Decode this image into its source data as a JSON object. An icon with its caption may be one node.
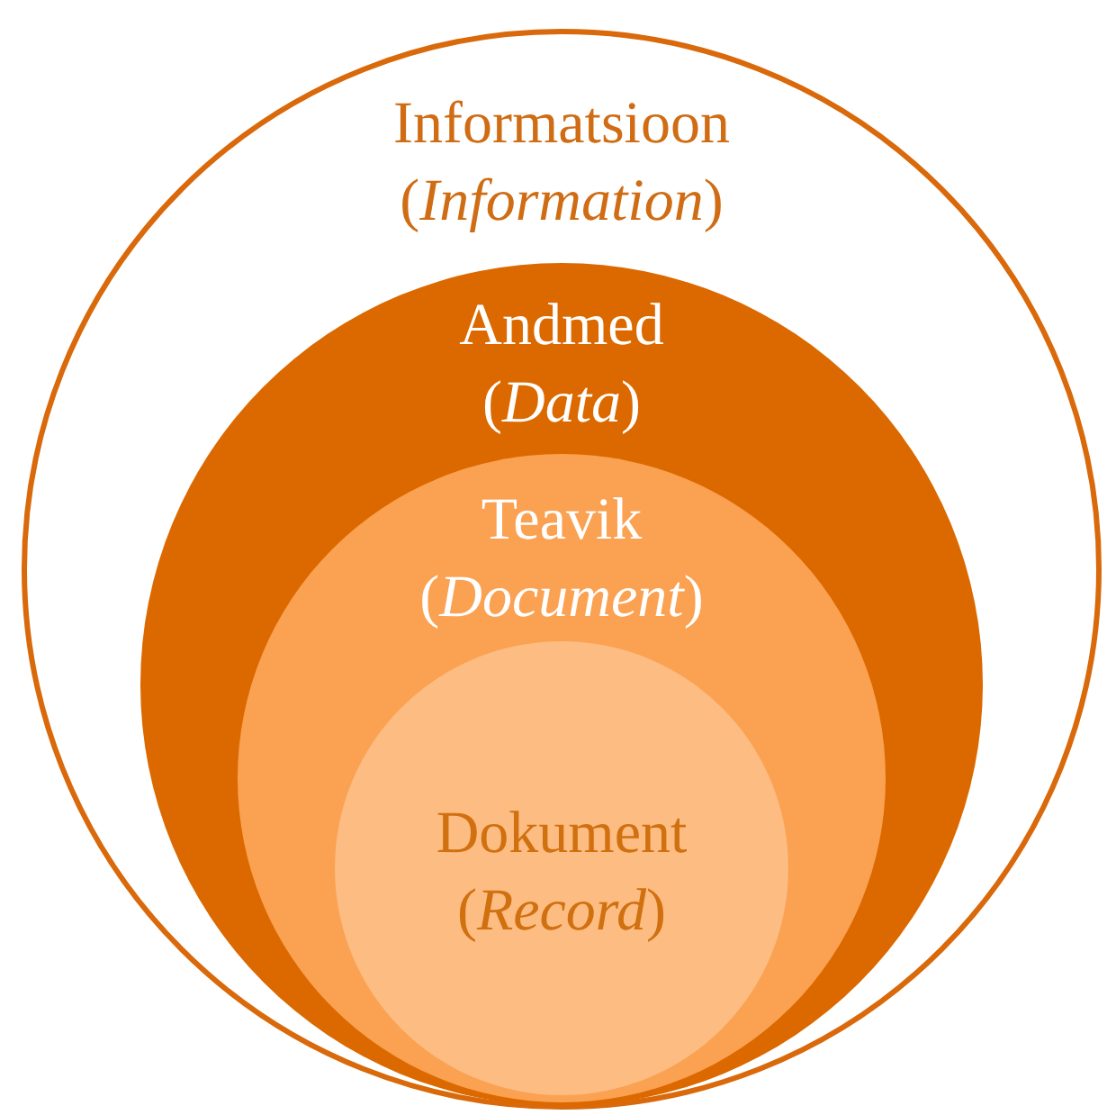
{
  "diagram": {
    "nodes": [
      {
        "text": [
          "Informatsioon (*Information*)"
        ]
      },
      {
        "text": [
          "Andmed (*Data*)"
        ],
        "in": 0
      },
      {
        "text": [
          "Teavik (*Document*)"
        ],
        "in": 1
      },
      {
        "text": [
          "Dokument (*Record*)"
        ],
        "in": 2
      }
    ]
  }
}
